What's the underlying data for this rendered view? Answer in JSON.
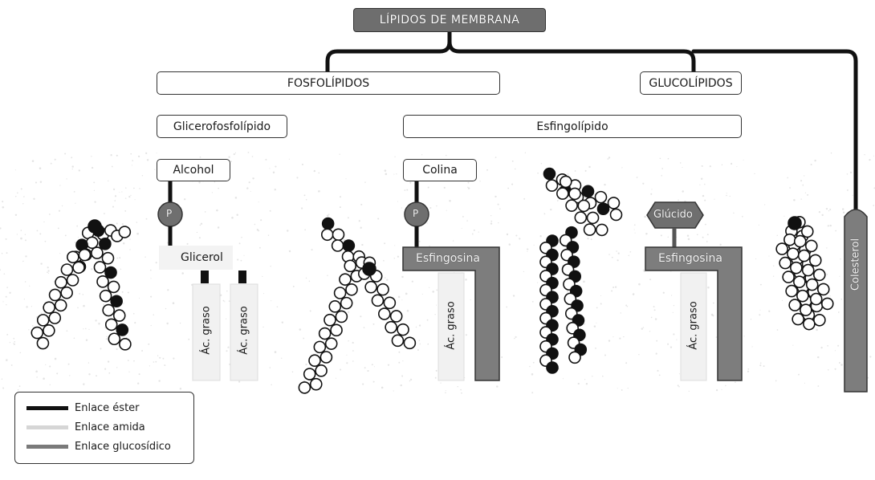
{
  "title": "LÍPIDOS DE MEMBRANA",
  "categories": {
    "fosfolipidos": "FOSFOLÍPIDOS",
    "glucolipidos": "GLUCOLÍPIDOS"
  },
  "subtypes": {
    "glicerofosfolipido": "Glicerofosfolípido",
    "esfingolipido": "Esfingolípido"
  },
  "components": {
    "alcohol": "Alcohol",
    "colina": "Colina",
    "glicerol": "Glicerol",
    "esfingosina_1": "Esfingosina",
    "esfingosina_2": "Esfingosina",
    "glucido": "Glúcido",
    "colesterol": "Colesterol",
    "phosphate_1": "P",
    "phosphate_2": "P",
    "acido_graso_1": "Ác. graso",
    "acido_graso_2": "Ác. graso",
    "acido_graso_3": "Ác. graso",
    "acido_graso_4": "Ác. graso"
  },
  "legend": {
    "items": [
      {
        "label": "Enlace éster",
        "color": "#111111"
      },
      {
        "label": "Enlace amida",
        "color": "#d6d6d6"
      },
      {
        "label": "Enlace glucosídico",
        "color": "#7a7a7a"
      }
    ]
  },
  "colors": {
    "dark_bond": "#111111",
    "amide_bond": "#d6d6d6",
    "glycosidic_bond": "#7a7a7a",
    "accent_gray": "#6e6e6e"
  }
}
